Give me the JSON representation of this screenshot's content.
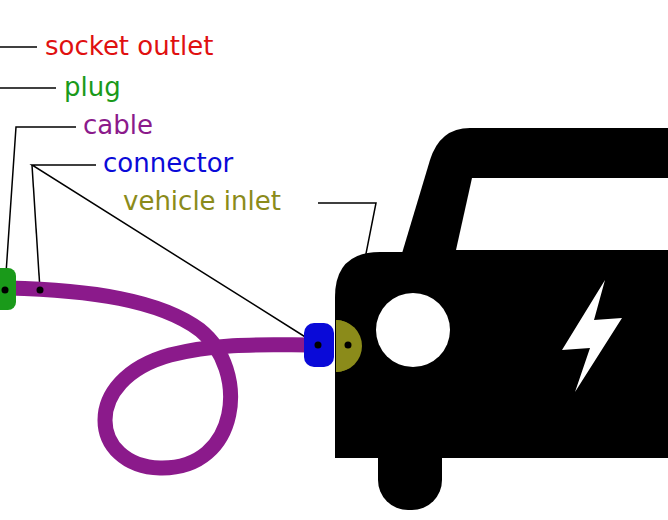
{
  "diagram": {
    "labels": [
      "socket outlet",
      "plug",
      "cable",
      "connector",
      "vehicle inlet"
    ]
  }
}
